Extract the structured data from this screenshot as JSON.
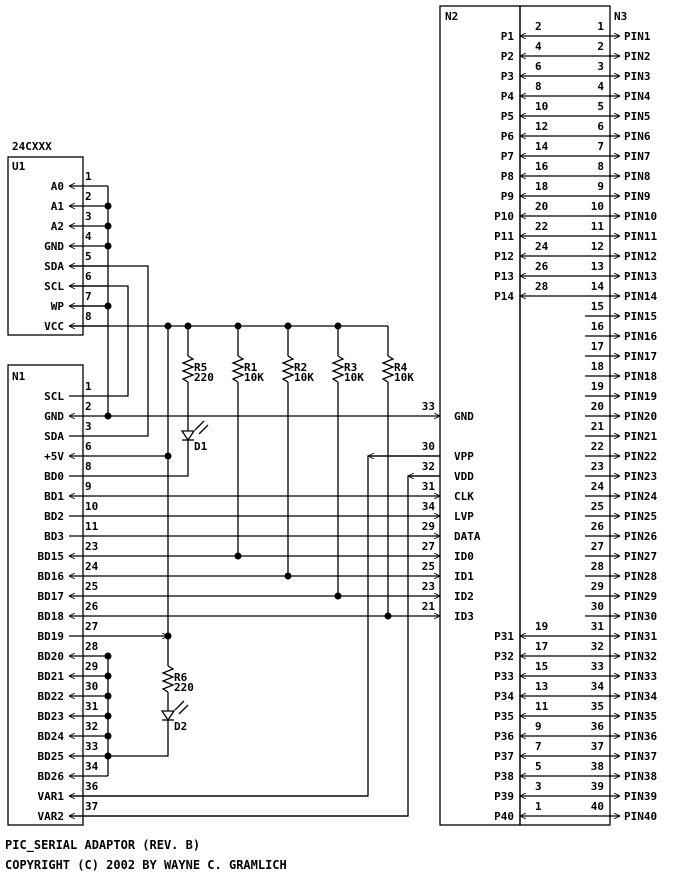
{
  "title": "PIC_SERIAL ADAPTOR (REV. B)",
  "copyright": "COPYRIGHT (C) 2002 BY WAYNE C. GRAMLICH",
  "u1": {
    "part": "24CXXX",
    "ref": "U1",
    "pins": [
      {
        "num": "1",
        "name": "A0"
      },
      {
        "num": "2",
        "name": "A1"
      },
      {
        "num": "3",
        "name": "A2"
      },
      {
        "num": "4",
        "name": "GND"
      },
      {
        "num": "5",
        "name": "SDA"
      },
      {
        "num": "6",
        "name": "SCL"
      },
      {
        "num": "7",
        "name": "WP"
      },
      {
        "num": "8",
        "name": "VCC"
      }
    ]
  },
  "n1": {
    "ref": "N1",
    "pins": [
      {
        "num": "1",
        "name": "SCL"
      },
      {
        "num": "2",
        "name": "GND"
      },
      {
        "num": "3",
        "name": "SDA"
      },
      {
        "num": "6",
        "name": "+5V"
      },
      {
        "num": "8",
        "name": "BD0"
      },
      {
        "num": "9",
        "name": "BD1"
      },
      {
        "num": "10",
        "name": "BD2"
      },
      {
        "num": "11",
        "name": "BD3"
      },
      {
        "num": "23",
        "name": "BD15"
      },
      {
        "num": "24",
        "name": "BD16"
      },
      {
        "num": "25",
        "name": "BD17"
      },
      {
        "num": "26",
        "name": "BD18"
      },
      {
        "num": "27",
        "name": "BD19"
      },
      {
        "num": "28",
        "name": "BD20"
      },
      {
        "num": "29",
        "name": "BD21"
      },
      {
        "num": "30",
        "name": "BD22"
      },
      {
        "num": "31",
        "name": "BD23"
      },
      {
        "num": "32",
        "name": "BD24"
      },
      {
        "num": "33",
        "name": "BD25"
      },
      {
        "num": "34",
        "name": "BD26"
      },
      {
        "num": "36",
        "name": "VAR1"
      },
      {
        "num": "37",
        "name": "VAR2"
      }
    ]
  },
  "resistors": [
    {
      "ref": "R5",
      "value": "220"
    },
    {
      "ref": "R1",
      "value": "10K"
    },
    {
      "ref": "R2",
      "value": "10K"
    },
    {
      "ref": "R3",
      "value": "10K"
    },
    {
      "ref": "R4",
      "value": "10K"
    },
    {
      "ref": "R6",
      "value": "220"
    }
  ],
  "diodes": [
    {
      "ref": "D1"
    },
    {
      "ref": "D2"
    }
  ],
  "n2": {
    "ref": "N2",
    "inner_pins": [
      {
        "num": "33",
        "name": "GND"
      },
      {
        "num": "30",
        "name": "VPP"
      },
      {
        "num": "32",
        "name": "VDD"
      },
      {
        "num": "31",
        "name": "CLK"
      },
      {
        "num": "34",
        "name": "LVP"
      },
      {
        "num": "29",
        "name": "DATA"
      },
      {
        "num": "27",
        "name": "ID0"
      },
      {
        "num": "25",
        "name": "ID1"
      },
      {
        "num": "23",
        "name": "ID2"
      },
      {
        "num": "21",
        "name": "ID3"
      }
    ],
    "top_pins": [
      {
        "num": "2",
        "name": "P1"
      },
      {
        "num": "4",
        "name": "P2"
      },
      {
        "num": "6",
        "name": "P3"
      },
      {
        "num": "8",
        "name": "P4"
      },
      {
        "num": "10",
        "name": "P5"
      },
      {
        "num": "12",
        "name": "P6"
      },
      {
        "num": "14",
        "name": "P7"
      },
      {
        "num": "16",
        "name": "P8"
      },
      {
        "num": "18",
        "name": "P9"
      },
      {
        "num": "20",
        "name": "P10"
      },
      {
        "num": "22",
        "name": "P11"
      },
      {
        "num": "24",
        "name": "P12"
      },
      {
        "num": "26",
        "name": "P13"
      },
      {
        "num": "28",
        "name": "P14"
      }
    ],
    "bottom_pins": [
      {
        "num": "19",
        "name": "P31"
      },
      {
        "num": "17",
        "name": "P32"
      },
      {
        "num": "15",
        "name": "P33"
      },
      {
        "num": "13",
        "name": "P34"
      },
      {
        "num": "11",
        "name": "P35"
      },
      {
        "num": "9",
        "name": "P36"
      },
      {
        "num": "7",
        "name": "P37"
      },
      {
        "num": "5",
        "name": "P38"
      },
      {
        "num": "3",
        "name": "P39"
      },
      {
        "num": "1",
        "name": "P40"
      }
    ]
  },
  "n3": {
    "ref": "N3",
    "pins": [
      {
        "num": "1",
        "name": "PIN1"
      },
      {
        "num": "2",
        "name": "PIN2"
      },
      {
        "num": "3",
        "name": "PIN3"
      },
      {
        "num": "4",
        "name": "PIN4"
      },
      {
        "num": "5",
        "name": "PIN5"
      },
      {
        "num": "6",
        "name": "PIN6"
      },
      {
        "num": "7",
        "name": "PIN7"
      },
      {
        "num": "8",
        "name": "PIN8"
      },
      {
        "num": "9",
        "name": "PIN9"
      },
      {
        "num": "10",
        "name": "PIN10"
      },
      {
        "num": "11",
        "name": "PIN11"
      },
      {
        "num": "12",
        "name": "PIN12"
      },
      {
        "num": "13",
        "name": "PIN13"
      },
      {
        "num": "14",
        "name": "PIN14"
      },
      {
        "num": "15",
        "name": "PIN15"
      },
      {
        "num": "16",
        "name": "PIN16"
      },
      {
        "num": "17",
        "name": "PIN17"
      },
      {
        "num": "18",
        "name": "PIN18"
      },
      {
        "num": "19",
        "name": "PIN19"
      },
      {
        "num": "20",
        "name": "PIN20"
      },
      {
        "num": "21",
        "name": "PIN21"
      },
      {
        "num": "22",
        "name": "PIN22"
      },
      {
        "num": "23",
        "name": "PIN23"
      },
      {
        "num": "24",
        "name": "PIN24"
      },
      {
        "num": "25",
        "name": "PIN25"
      },
      {
        "num": "26",
        "name": "PIN26"
      },
      {
        "num": "27",
        "name": "PIN27"
      },
      {
        "num": "28",
        "name": "PIN28"
      },
      {
        "num": "29",
        "name": "PIN29"
      },
      {
        "num": "30",
        "name": "PIN30"
      },
      {
        "num": "31",
        "name": "PIN31"
      },
      {
        "num": "32",
        "name": "PIN32"
      },
      {
        "num": "33",
        "name": "PIN33"
      },
      {
        "num": "34",
        "name": "PIN34"
      },
      {
        "num": "35",
        "name": "PIN35"
      },
      {
        "num": "36",
        "name": "PIN36"
      },
      {
        "num": "37",
        "name": "PIN37"
      },
      {
        "num": "38",
        "name": "PIN38"
      },
      {
        "num": "39",
        "name": "PIN39"
      },
      {
        "num": "40",
        "name": "PIN40"
      }
    ]
  }
}
